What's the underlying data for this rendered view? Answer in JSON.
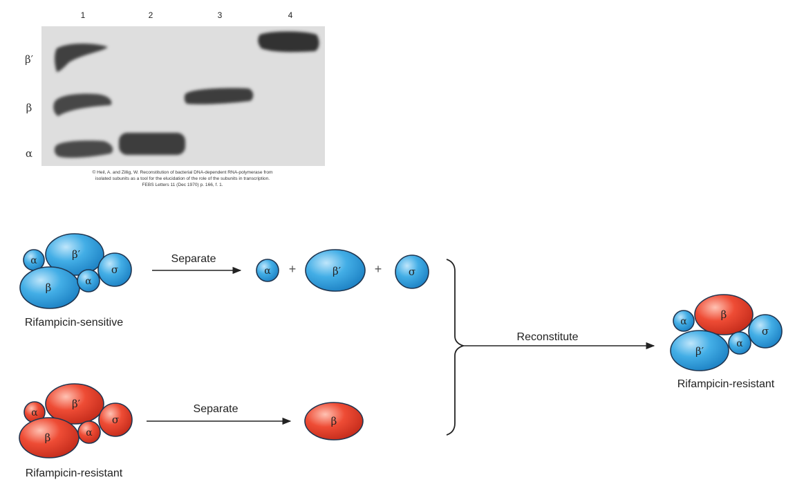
{
  "gel": {
    "lane_labels": [
      "1",
      "2",
      "3",
      "4"
    ],
    "band_labels": [
      "β′",
      "β",
      "α"
    ],
    "citation": [
      "©  Heil, A. and Zillig, W. Reconstitution of bacterial DNA-dependent RNA-polymerase from",
      "isolated subunits as a tool for the elucidation of the role of the subunits in transcription.",
      "FEBS Letters 11 (Dec 1970) p. 166, f. 1."
    ]
  },
  "diagram": {
    "sensitive_label": "Rifampicin-sensitive",
    "resistant_label": "Rifampicin-resistant",
    "product_label": "Rifampicin-resistant",
    "separate_label": "Separate",
    "reconstitute_label": "Reconstitute",
    "plus": "+",
    "subunits": {
      "alpha": "α",
      "beta": "β",
      "beta_prime": "β′",
      "sigma": "σ"
    },
    "colors": {
      "sensitive": "#3aa6e0",
      "resistant": "#e8432f",
      "outline": "#1f3550",
      "text": "#222222"
    }
  }
}
